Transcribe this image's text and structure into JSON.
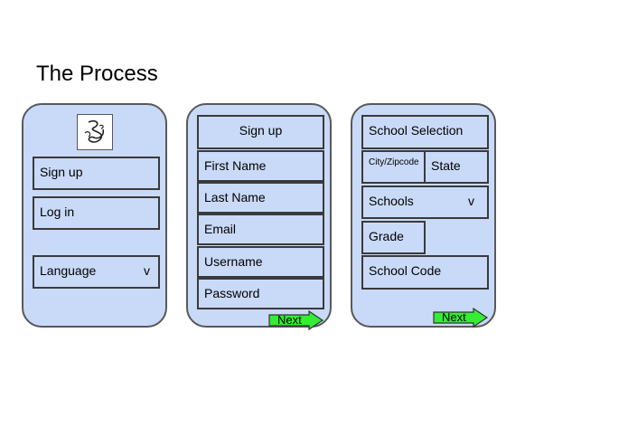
{
  "page": {
    "title": "The Process"
  },
  "screens": {
    "welcome": {
      "logo_icon": "swirl-logo-icon",
      "sign_up": "Sign up",
      "log_in": "Log in",
      "language": "Language",
      "language_caret": "v"
    },
    "signup": {
      "header": "Sign up",
      "fields": [
        "First Name",
        "Last Name",
        "Email",
        "Username",
        "Password"
      ],
      "next": "Next"
    },
    "school": {
      "header": "School Selection",
      "city_zip": "City/Zipcode",
      "state": "State",
      "schools": "Schools",
      "schools_caret": "v",
      "grade": "Grade",
      "school_code": "School Code",
      "next": "Next"
    }
  },
  "colors": {
    "screen_fill": "#c9daf8",
    "next_arrow": "#33ee33"
  }
}
